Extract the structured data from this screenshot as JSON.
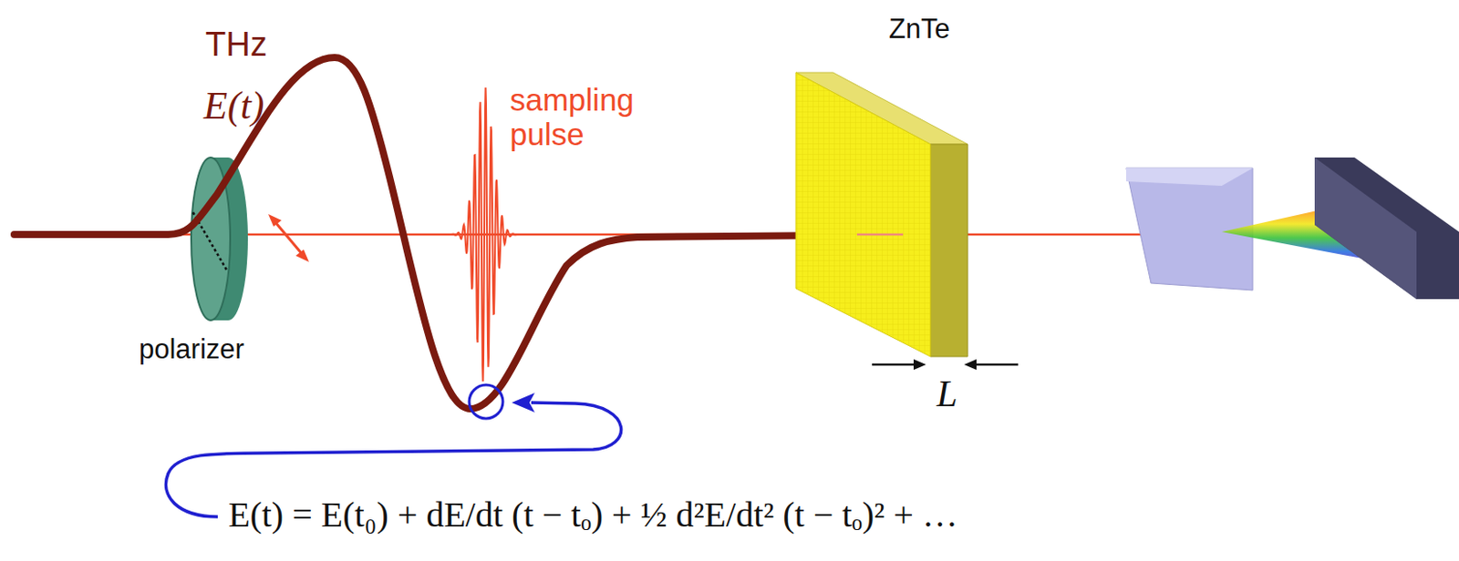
{
  "diagram": {
    "labels": [
      "THz",
      "E(t)",
      "sampling pulse",
      "polarizer",
      "ZnTe",
      "L",
      "E(t) = E(t₀) + dE/dt (t − tₒ) + ½ d²E/dt² (t − tₒ)² + …"
    ]
  }
}
